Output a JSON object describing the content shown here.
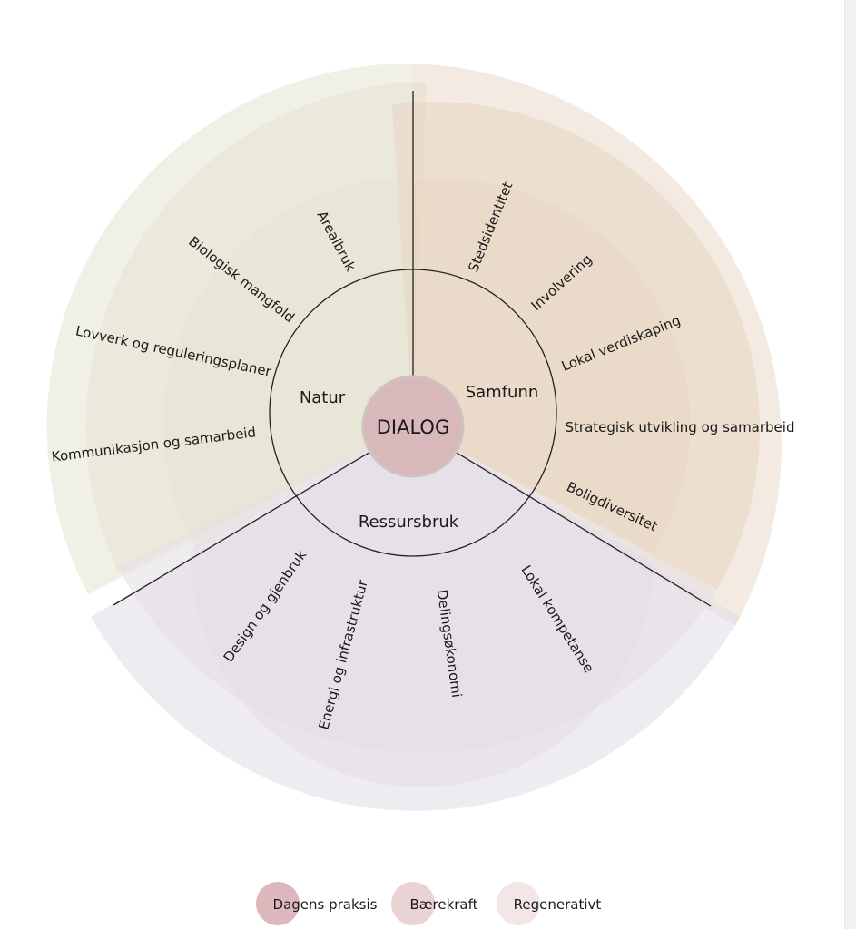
{
  "center_label": "DIALOG",
  "sectors": {
    "natur": {
      "name": "Natur",
      "items": [
        "Arealbruk",
        "Biologisk mangfold",
        "Lovverk og reguleringsplaner",
        "Kommunikasjon og samarbeid"
      ]
    },
    "samfunn": {
      "name": "Samfunn",
      "items": [
        "Stedsidentitet",
        "Involvering",
        "Lokal verdiskaping",
        "Strategisk utvikling og samarbeid",
        "Boligdiversitet"
      ]
    },
    "ressursbruk": {
      "name": "Ressursbruk",
      "items": [
        "Design og gjenbruk",
        "Energi og infrastruktur",
        "Delingsøkonomi",
        "Lokal kompetanse"
      ]
    }
  },
  "legend": [
    "Dagens praksis",
    "Bærekraft",
    "Regenerativt"
  ],
  "colors": {
    "natur_fill": "#e6e3d1",
    "samfunn_fill": "#e8d6c3",
    "ressursbruk_fill": "#e3dfe6",
    "center_fill": "#d9b8bc",
    "legend_dot_1": "#dcb8bc",
    "legend_dot_2": "#ead3d5",
    "legend_dot_3": "#f2e6e7"
  }
}
